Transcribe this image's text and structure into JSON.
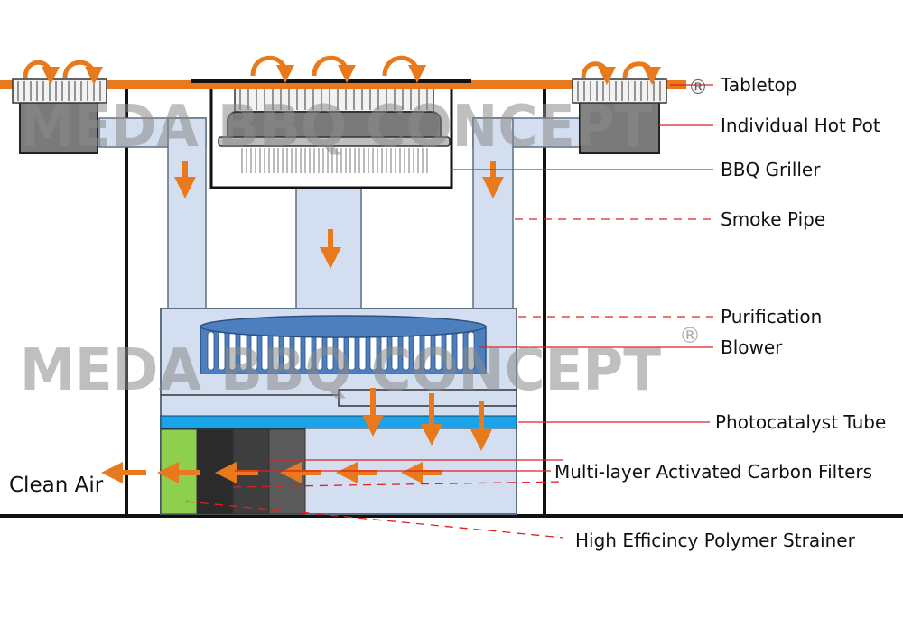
{
  "labels": {
    "tabletop": "Tabletop",
    "hot_pot": "Individual Hot Pot",
    "griller": "BBQ Griller",
    "smoke_pipe": "Smoke Pipe",
    "purification": "Purification",
    "blower": "Blower",
    "photocatalyst": "Photocatalyst Tube",
    "carbon_filters": "Multi-layer Activated Carbon Filters",
    "strainer": "High Efficincy Polymer Strainer",
    "clean_air": "Clean Air"
  },
  "watermark": {
    "text": "MEDA BBQ CONCEPT",
    "registered_mark": "®"
  },
  "colors": {
    "tabletop": "#e8791c",
    "arrow": "#e8791c",
    "pipe": "#d3def0",
    "pipe_stroke": "#5f6f82",
    "blower": "#4d7fbf",
    "photocatalyst": "#1aa3e8",
    "strainer": "#8fcf4e",
    "leader_line": "#e02020"
  }
}
